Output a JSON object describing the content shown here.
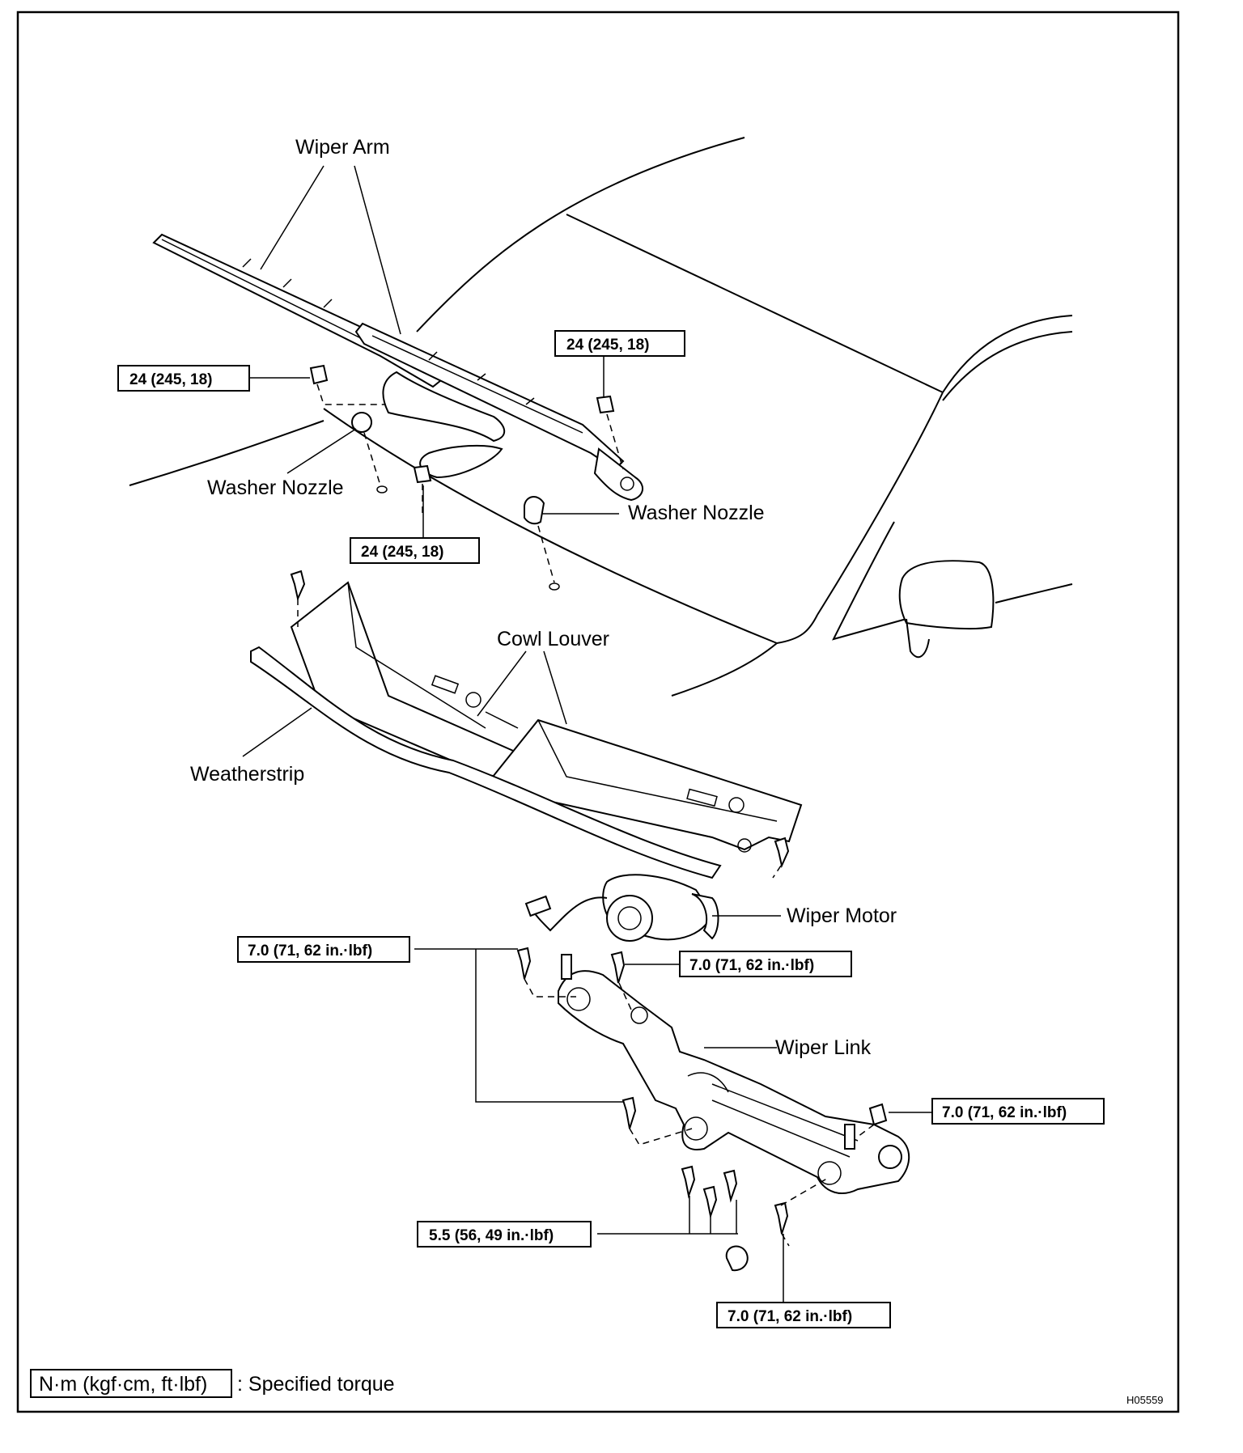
{
  "labels": {
    "wiper_arm": "Wiper Arm",
    "washer_nozzle_left": "Washer Nozzle",
    "washer_nozzle_right": "Washer Nozzle",
    "cowl_louver": "Cowl Louver",
    "weatherstrip": "Weatherstrip",
    "wiper_motor": "Wiper Motor",
    "wiper_link": "Wiper Link"
  },
  "torque": {
    "arm_left": "24 (245, 18)",
    "arm_right": "24 (245, 18)",
    "arm_center": "24 (245, 18)",
    "link_left": "7.0 (71, 62 in.·lbf)",
    "motor": "7.0 (71, 62 in.·lbf)",
    "link_right": "7.0 (71, 62 in.·lbf)",
    "bracket": "5.5 (56, 49 in.·lbf)",
    "link_bottom": "7.0 (71, 62 in.·lbf)"
  },
  "legend": {
    "unit": "N·m (kgf·cm, ft·lbf)",
    "text": ": Specified torque"
  },
  "figure_id": "H05559"
}
